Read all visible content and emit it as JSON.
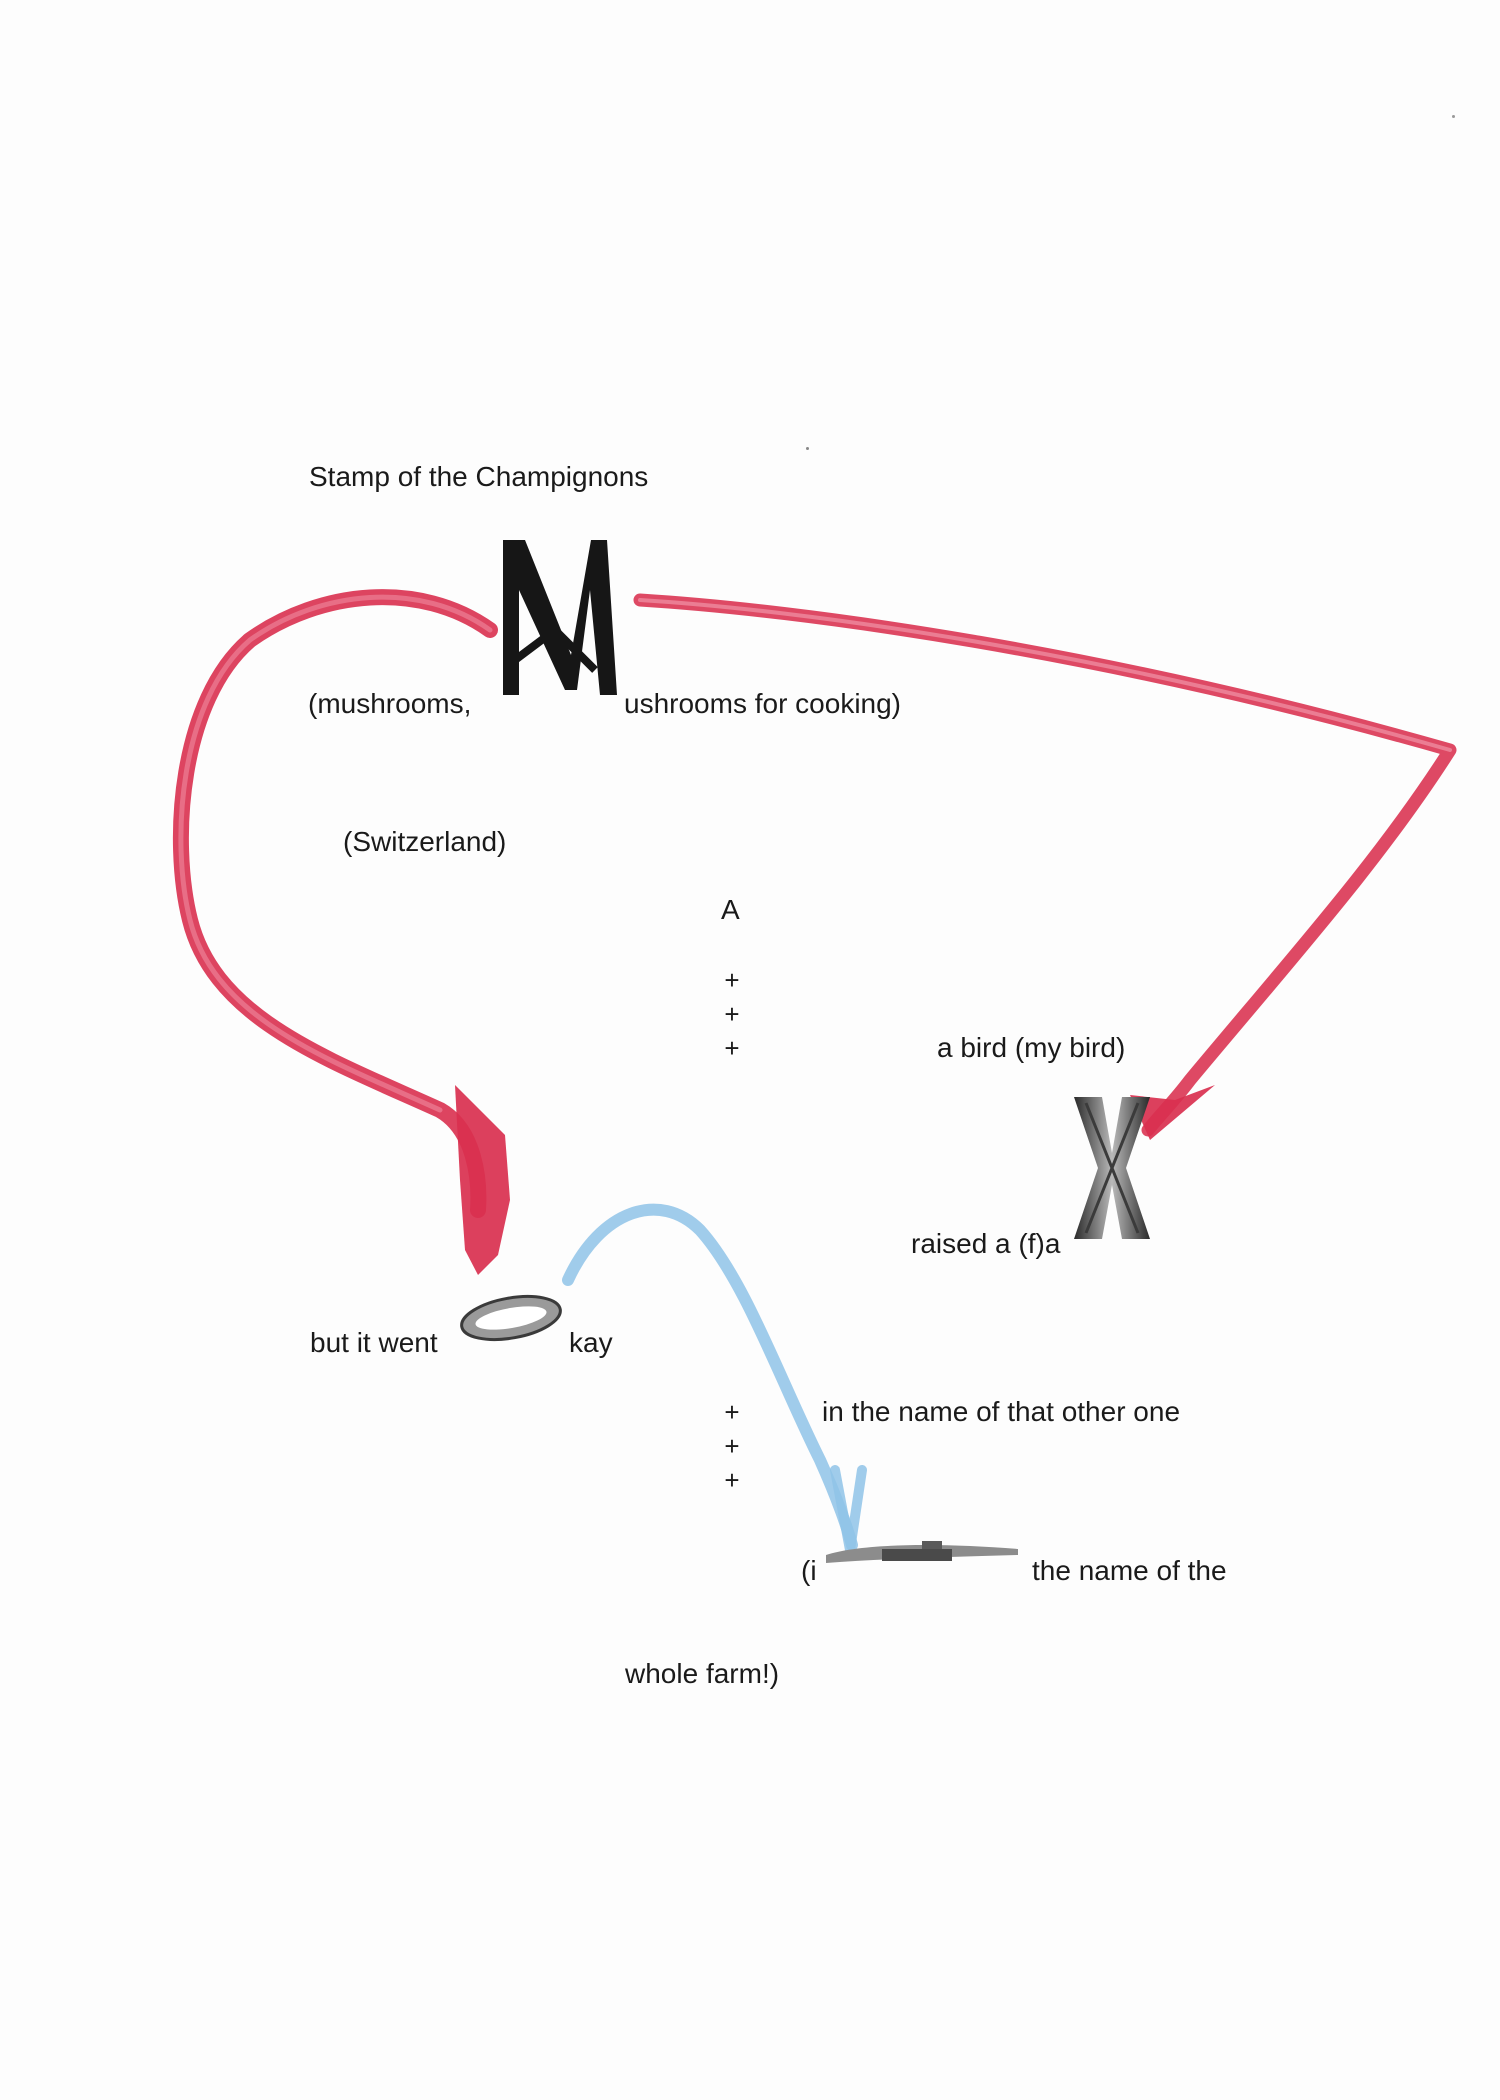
{
  "lines": {
    "stamp_title": "Stamp of the Champignons",
    "mushrooms_left": "(mushrooms,",
    "mushrooms_right": "ushrooms for cooking)",
    "switzerland": "(Switzerland)",
    "letter_a": "A",
    "bird": "a bird (my bird)",
    "raised": "raised a (f)a",
    "went": "but it went",
    "kay": "kay",
    "other_one": "in the name of that other one",
    "paren_i": "(i",
    "name_of_the": "the name of the",
    "whole_farm": "whole farm!)"
  },
  "plus_column_top": [
    "+",
    "+",
    "+"
  ],
  "plus_column_bottom": [
    "+",
    "+",
    "+"
  ],
  "glyphs": {
    "m_stamp": "M",
    "x_stamp": "X",
    "o_stamp": "O",
    "n_stamp": "n"
  },
  "colors": {
    "red_arrow": "#d9304f",
    "blue_arrow": "#8fc3e8",
    "stamp_black": "#161616",
    "stamp_grey": "#6f6f6f"
  },
  "icons": {
    "red-arrow-left": "curved-arrow",
    "red-arrow-right": "curved-arrow",
    "blue-arrow": "curved-arrow"
  }
}
